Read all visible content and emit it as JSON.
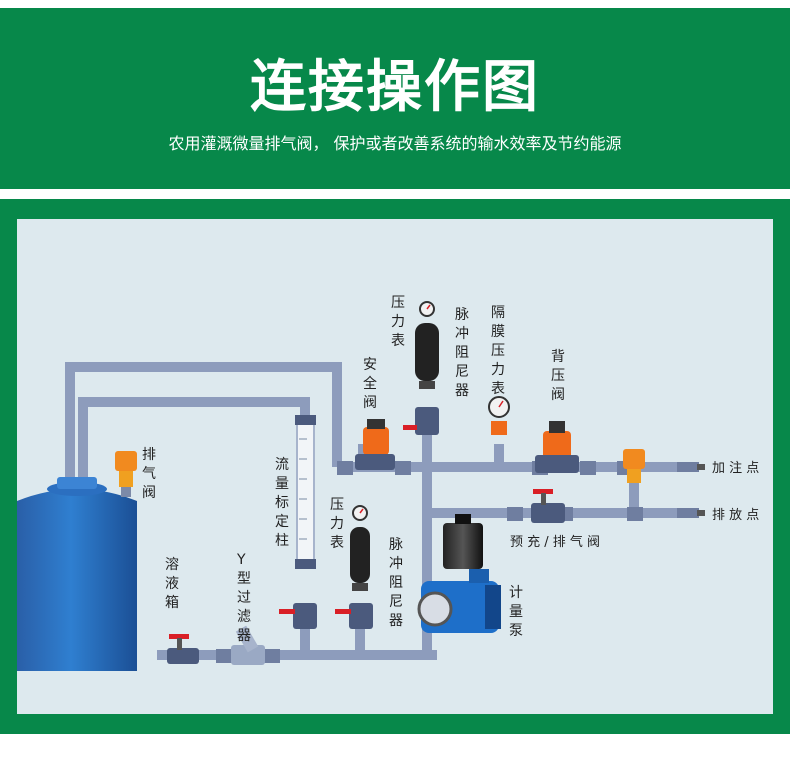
{
  "header": {
    "title": "连接操作图",
    "subtitle": "农用灌溉微量排气阀， 保护或者改善系统的输水效率及节约能源"
  },
  "labels": {
    "tank": "溶液箱",
    "air_valve_left": "排气阀",
    "y_filter": "Y型过滤器",
    "flow_column": "流量标定柱",
    "pressure_gauge_low": "压力表",
    "damper_low": "脉冲阻尼器",
    "metering_pump": "计量泵",
    "safety_valve": "安全阀",
    "pressure_gauge_top": "压力表",
    "damper_top": "脉冲阻尼器",
    "diaphragm_gauge": "隔膜压力表",
    "back_pressure_valve": "背压阀",
    "injection_point": "加 注 点",
    "drain_point": "排 放 点",
    "prefill_vent_valve": "预 充 / 排 气 阀"
  },
  "colors": {
    "brand_green": "#07884a",
    "pipe": "#8d9cbc",
    "tank": "#1f6fc0",
    "valve_orange": "#ef6a1a",
    "handle_red": "#d91f26",
    "background": "#dde9ee"
  }
}
